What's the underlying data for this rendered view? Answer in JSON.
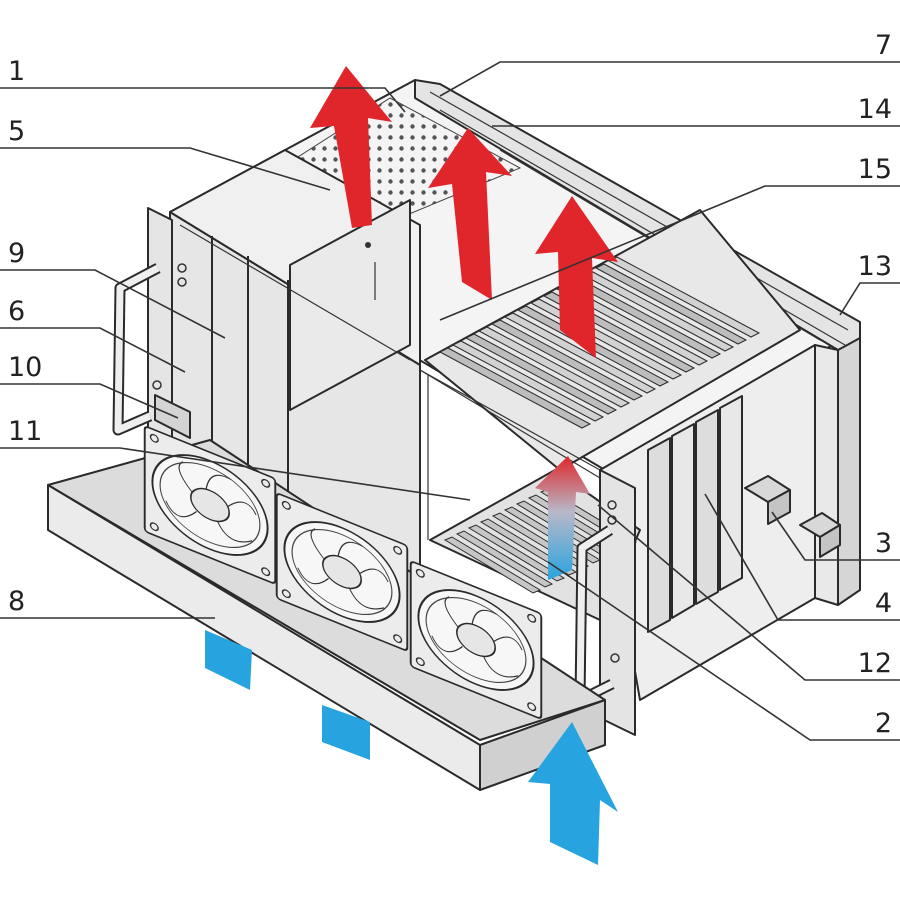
{
  "colors": {
    "hot_air": "#e0262b",
    "cool_air": "#27a4df",
    "panel_light": "#f2f2f2",
    "panel_mid": "#e3e3e3",
    "panel_dark": "#cfcfcf",
    "outline": "#2a2a2a"
  },
  "callouts": {
    "c1": "1",
    "c2": "2",
    "c3": "3",
    "c4": "4",
    "c5": "5",
    "c6": "6",
    "c7": "7",
    "c8": "8",
    "c9": "9",
    "c10": "10",
    "c11": "11",
    "c12": "12",
    "c13": "13",
    "c14": "14",
    "c15": "15"
  },
  "icons": {
    "fan": "axial-fan-icon",
    "arrow_hot": "hot-air-arrow-icon",
    "arrow_cool": "cool-air-arrow-icon"
  }
}
